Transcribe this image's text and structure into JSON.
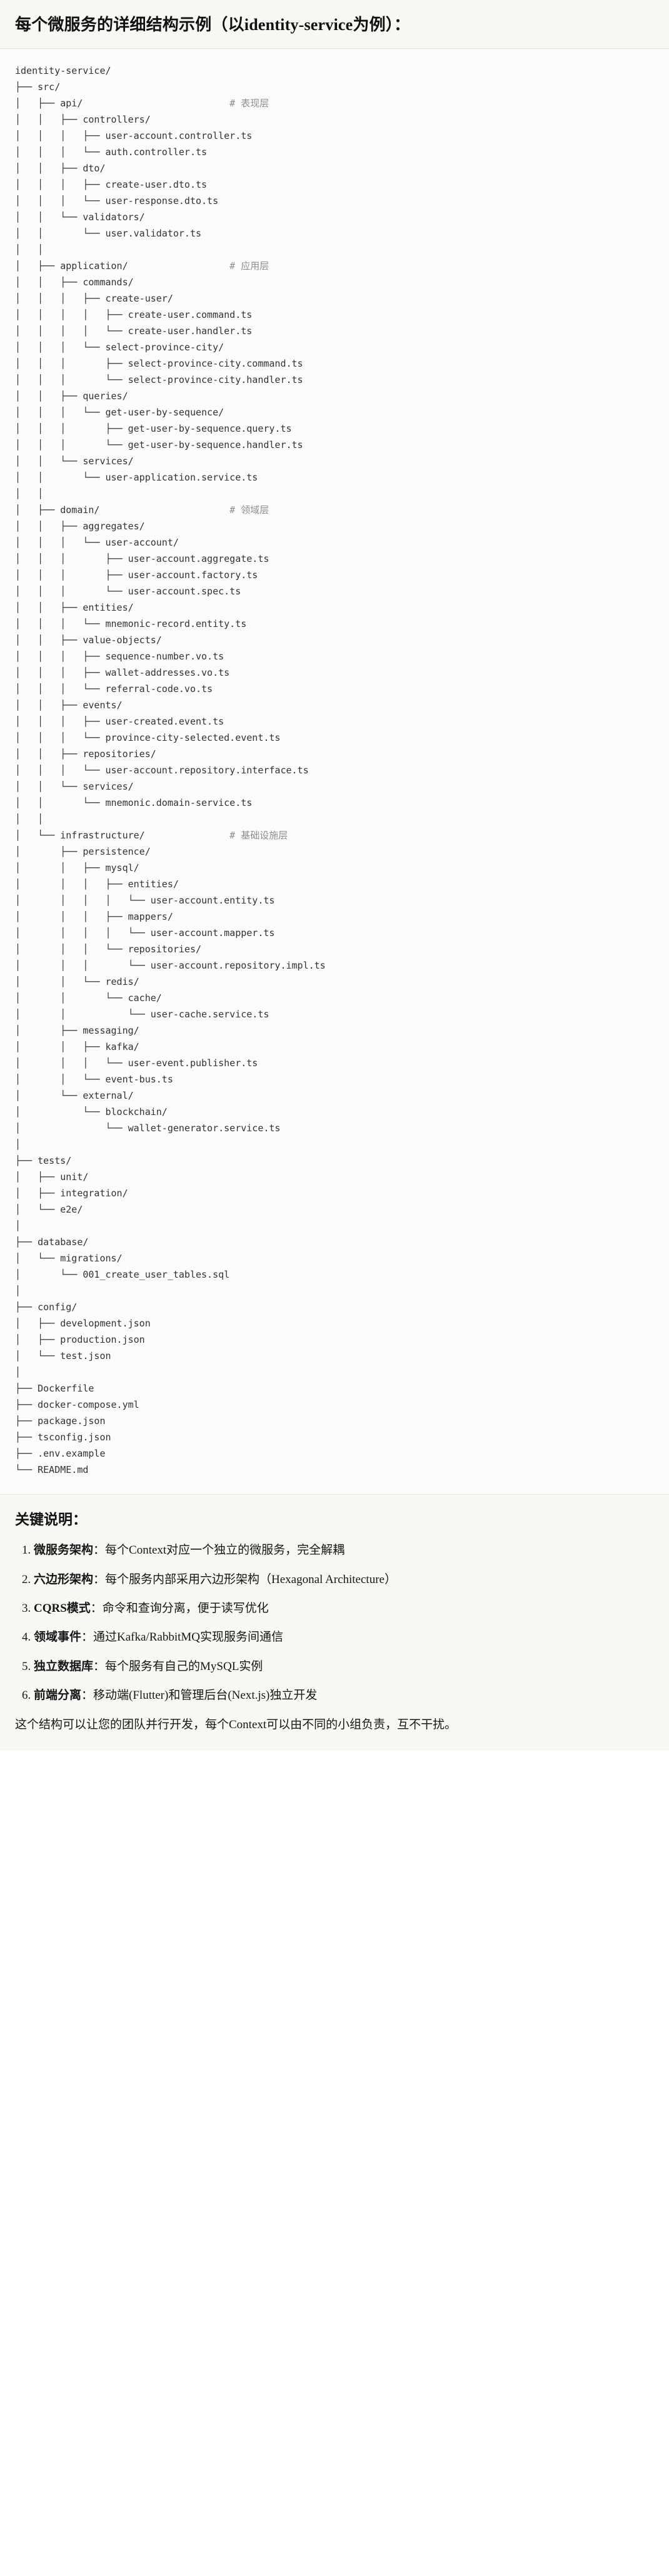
{
  "header": {
    "title": "每个微服务的详细结构示例（以identity-service为例）："
  },
  "tree": {
    "root": "identity-service/",
    "comments": {
      "api": "# 表现层",
      "application": "# 应用层",
      "domain": "# 领域层",
      "infrastructure": "# 基础设施层"
    },
    "text": "identity-service/\n├── src/\n│   ├── api/                          # 表现层\n│   │   ├── controllers/\n│   │   │   ├── user-account.controller.ts\n│   │   │   └── auth.controller.ts\n│   │   ├── dto/\n│   │   │   ├── create-user.dto.ts\n│   │   │   └── user-response.dto.ts\n│   │   └── validators/\n│   │       └── user.validator.ts\n│   │\n│   ├── application/                  # 应用层\n│   │   ├── commands/\n│   │   │   ├── create-user/\n│   │   │   │   ├── create-user.command.ts\n│   │   │   │   └── create-user.handler.ts\n│   │   │   └── select-province-city/\n│   │   │       ├── select-province-city.command.ts\n│   │   │       └── select-province-city.handler.ts\n│   │   ├── queries/\n│   │   │   └── get-user-by-sequence/\n│   │   │       ├── get-user-by-sequence.query.ts\n│   │   │       └── get-user-by-sequence.handler.ts\n│   │   └── services/\n│   │       └── user-application.service.ts\n│   │\n│   ├── domain/                       # 领域层\n│   │   ├── aggregates/\n│   │   │   └── user-account/\n│   │   │       ├── user-account.aggregate.ts\n│   │   │       ├── user-account.factory.ts\n│   │   │       └── user-account.spec.ts\n│   │   ├── entities/\n│   │   │   └── mnemonic-record.entity.ts\n│   │   ├── value-objects/\n│   │   │   ├── sequence-number.vo.ts\n│   │   │   ├── wallet-addresses.vo.ts\n│   │   │   └── referral-code.vo.ts\n│   │   ├── events/\n│   │   │   ├── user-created.event.ts\n│   │   │   └── province-city-selected.event.ts\n│   │   ├── repositories/\n│   │   │   └── user-account.repository.interface.ts\n│   │   └── services/\n│   │       └── mnemonic.domain-service.ts\n│   │\n│   └── infrastructure/               # 基础设施层\n│       ├── persistence/\n│       │   ├── mysql/\n│       │   │   ├── entities/\n│       │   │   │   └── user-account.entity.ts\n│       │   │   ├── mappers/\n│       │   │   │   └── user-account.mapper.ts\n│       │   │   └── repositories/\n│       │   │       └── user-account.repository.impl.ts\n│       │   └── redis/\n│       │       └── cache/\n│       │           └── user-cache.service.ts\n│       ├── messaging/\n│       │   ├── kafka/\n│       │   │   └── user-event.publisher.ts\n│       │   └── event-bus.ts\n│       └── external/\n│           └── blockchain/\n│               └── wallet-generator.service.ts\n│\n├── tests/\n│   ├── unit/\n│   ├── integration/\n│   └── e2e/\n│\n├── database/\n│   └── migrations/\n│       └── 001_create_user_tables.sql\n│\n├── config/\n│   ├── development.json\n│   ├── production.json\n│   └── test.json\n│\n├── Dockerfile\n├── docker-compose.yml\n├── package.json\n├── tsconfig.json\n├── .env.example\n└── README.md"
  },
  "notes": {
    "title": "关键说明：",
    "items": [
      {
        "term": "微服务架构",
        "desc": "：每个Context对应一个独立的微服务，完全解耦"
      },
      {
        "term": "六边形架构",
        "desc": "：每个服务内部采用六边形架构（Hexagonal Architecture）"
      },
      {
        "term": "CQRS模式",
        "desc": "：命令和查询分离，便于读写优化"
      },
      {
        "term": "领域事件",
        "desc": "：通过Kafka/RabbitMQ实现服务间通信"
      },
      {
        "term": "独立数据库",
        "desc": "：每个服务有自己的MySQL实例"
      },
      {
        "term": "前端分离",
        "desc": "：移动端(Flutter)和管理后台(Next.js)独立开发"
      }
    ],
    "closing": "这个结构可以让您的团队并行开发，每个Context可以由不同的小组负责，互不干扰。"
  },
  "colors": {
    "header_bg": "#f8f7f3",
    "tree_bg": "#fcfbf9",
    "notes_bg": "#f8f7f3",
    "text": "#1a1a1a",
    "comment": "#8a8f94",
    "divider": "#e2e0da"
  }
}
